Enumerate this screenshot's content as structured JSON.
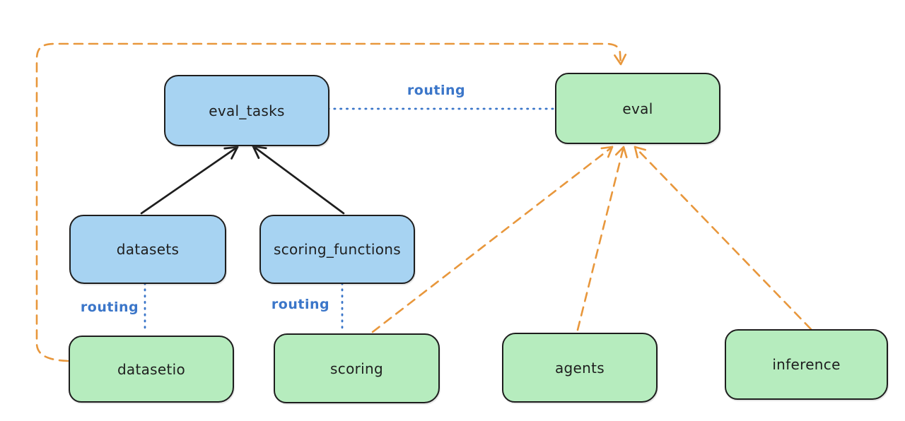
{
  "diagram_type": "flowchart",
  "nodes": {
    "eval_tasks": {
      "label": "eval_tasks",
      "color": "blue"
    },
    "datasets": {
      "label": "datasets",
      "color": "blue"
    },
    "scoring_functions": {
      "label": "scoring_functions",
      "color": "blue"
    },
    "eval": {
      "label": "eval",
      "color": "green"
    },
    "datasetio": {
      "label": "datasetio",
      "color": "green"
    },
    "scoring": {
      "label": "scoring",
      "color": "green"
    },
    "agents": {
      "label": "agents",
      "color": "green"
    },
    "inference": {
      "label": "inference",
      "color": "green"
    }
  },
  "edges": {
    "eval_tasks_to_eval": {
      "from": "eval_tasks",
      "to": "eval",
      "label": "routing",
      "style": "blue-dotted"
    },
    "datasets_to_datasetio": {
      "from": "datasets",
      "to": "datasetio",
      "label": "routing",
      "style": "blue-dotted"
    },
    "scoring_functions_to_scoring": {
      "from": "scoring_functions",
      "to": "scoring",
      "label": "routing",
      "style": "blue-dotted"
    },
    "datasets_to_eval_tasks": {
      "from": "datasets",
      "to": "eval_tasks",
      "style": "black-solid-arrow"
    },
    "scoring_functions_to_eval_tasks": {
      "from": "scoring_functions",
      "to": "eval_tasks",
      "style": "black-solid-arrow"
    },
    "datasetio_to_eval": {
      "from": "datasetio",
      "to": "eval",
      "style": "orange-dashed-arrow"
    },
    "scoring_to_eval": {
      "from": "scoring",
      "to": "eval",
      "style": "orange-dashed-arrow"
    },
    "agents_to_eval": {
      "from": "agents",
      "to": "eval",
      "style": "orange-dashed-arrow"
    },
    "inference_to_eval": {
      "from": "inference",
      "to": "eval",
      "style": "orange-dashed-arrow"
    }
  },
  "colors": {
    "stroke": "#1e1e1e",
    "blue-fill": "#a7d3f2",
    "green-fill": "#b6ecbe",
    "orange": "#e8973c",
    "blue-line": "#3b76c9",
    "background": "#ffffff"
  }
}
